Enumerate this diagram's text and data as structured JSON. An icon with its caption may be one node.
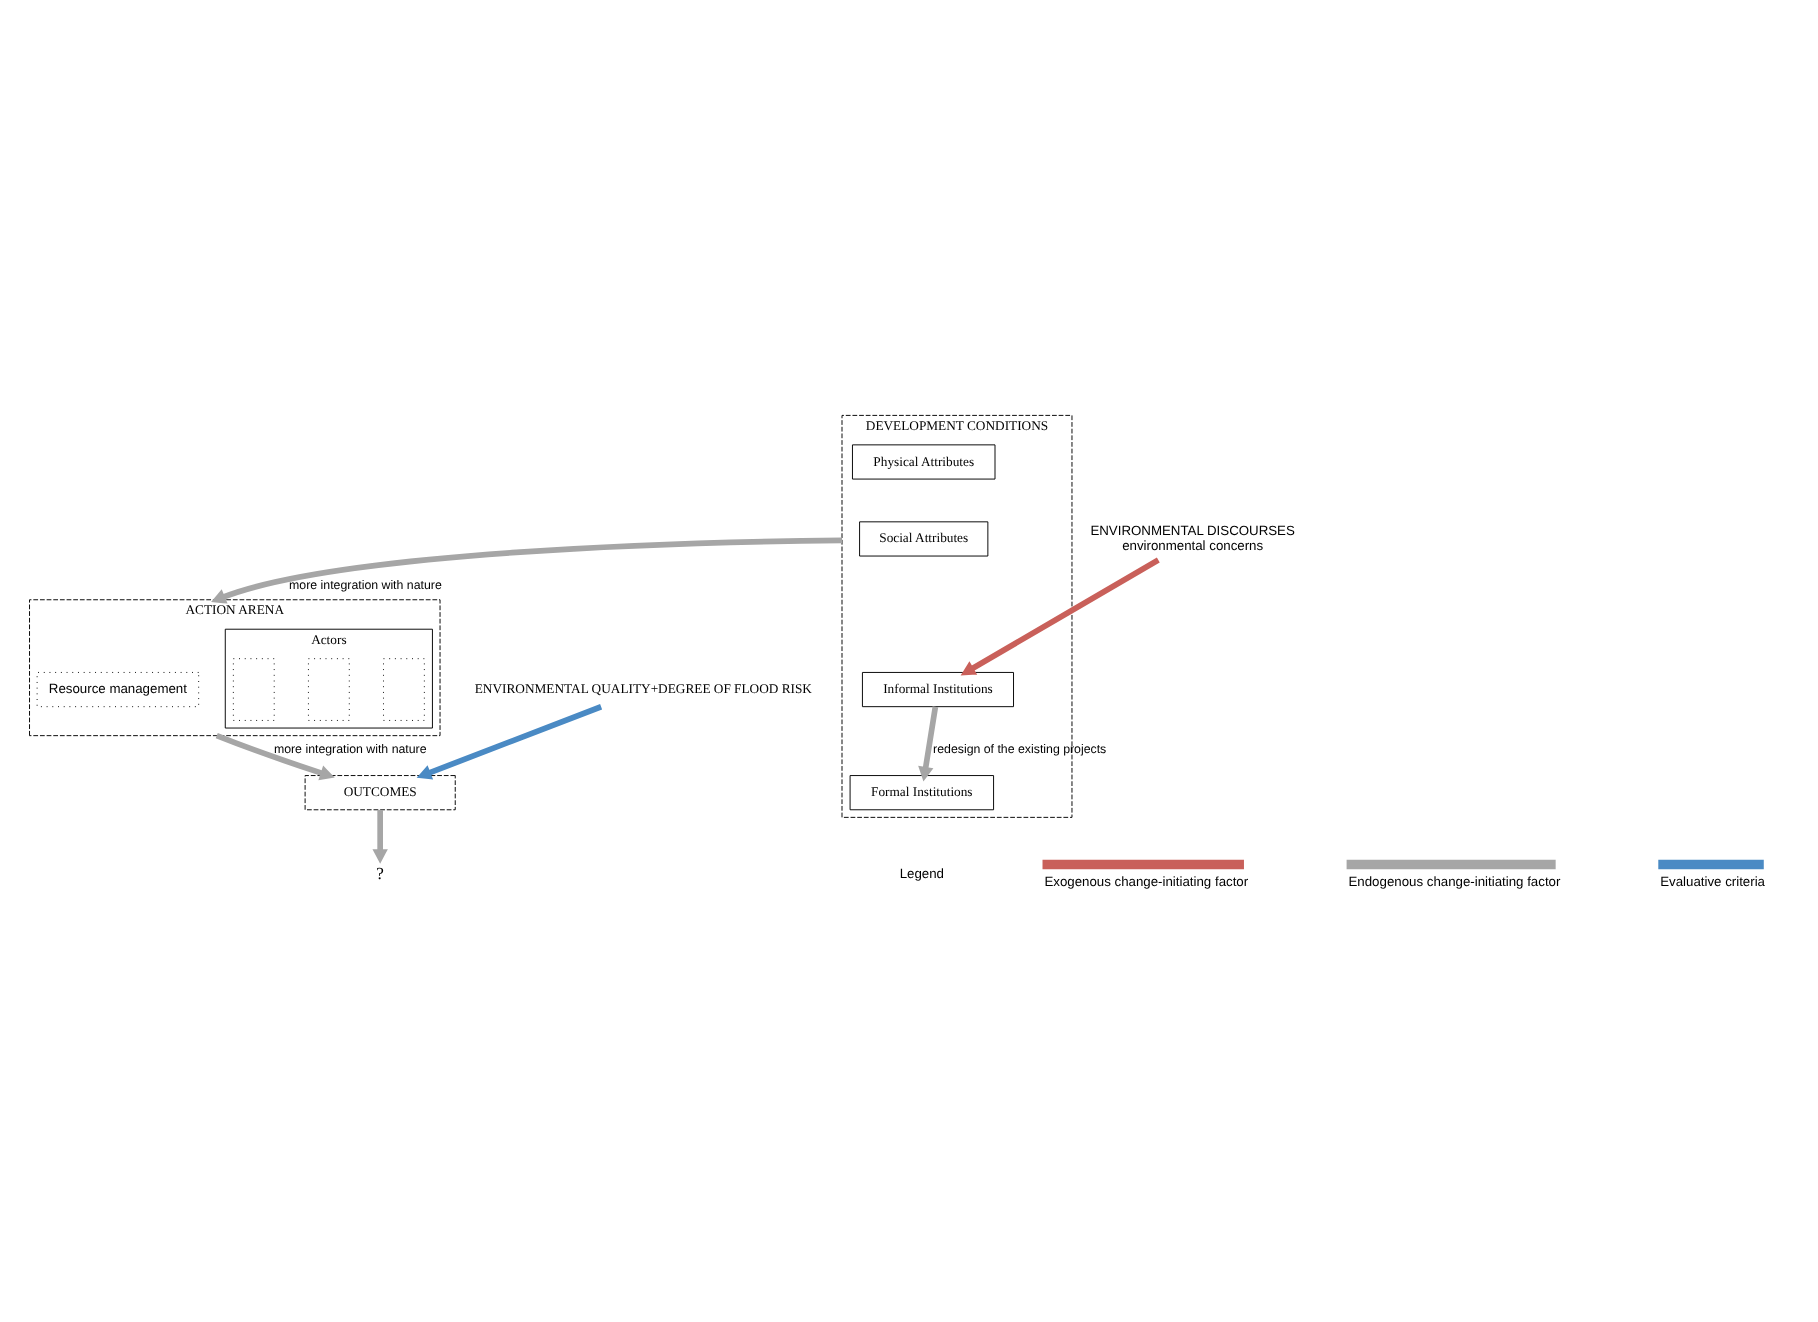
{
  "diagram": {
    "nodes": [
      {
        "text": [
          "DEVELOPMENT CONDITIONS"
        ]
      },
      {
        "text": [
          "Physical Attributes"
        ],
        "in": 0
      },
      {
        "text": [
          "Social Attributes"
        ],
        "in": 0
      },
      {
        "text": [
          "Informal Institutions"
        ],
        "in": 0
      },
      {
        "text": [
          "Formal Institutions"
        ],
        "in": 0
      },
      {
        "text": [
          "ACTION ARENA"
        ]
      },
      {
        "text": [
          "Resource management"
        ],
        "in": 5
      },
      {
        "text": [
          "Actors"
        ],
        "in": 5
      },
      {
        "text": [],
        "shape": "box",
        "in": 7
      },
      {
        "text": [],
        "shape": "box",
        "in": 7
      },
      {
        "text": [],
        "shape": "box",
        "in": 7
      },
      {
        "text": [
          "OUTCOMES"
        ]
      },
      {
        "text": [
          "ENVIRONMENTAL DISCOURSES",
          "environmental concerns"
        ]
      },
      {
        "text": [
          "ENVIRONMENTAL QUALITY+DEGREE OF FLOOD RISK"
        ]
      },
      {
        "text": [
          "?"
        ]
      }
    ],
    "edges": [
      {
        "from": 12,
        "to": 3,
        "arrow": "to",
        "color": "#c9605a"
      },
      {
        "from": 3,
        "to": 4,
        "arrow": "to",
        "label": "redesign of the existing projects"
      },
      {
        "from": 0,
        "to": 5,
        "arrow": "to",
        "label": "more integration with nature"
      },
      {
        "from": 5,
        "to": 11,
        "arrow": "to",
        "label": "more integration with nature"
      },
      {
        "from": 13,
        "to": 11,
        "arrow": "to",
        "color": "#4a8ac4"
      },
      {
        "from": 11,
        "to": 14,
        "arrow": "to"
      }
    ],
    "labels": [
      "Legend"
    ],
    "legend": [
      {
        "text": "Exogenous change-initiating factor",
        "color": "#c9605a"
      },
      {
        "text": "Endogenous change-initiating factor",
        "color": "#a6a6a6"
      },
      {
        "text": "Evaluative criteria",
        "color": "#4a8ac4"
      }
    ]
  }
}
